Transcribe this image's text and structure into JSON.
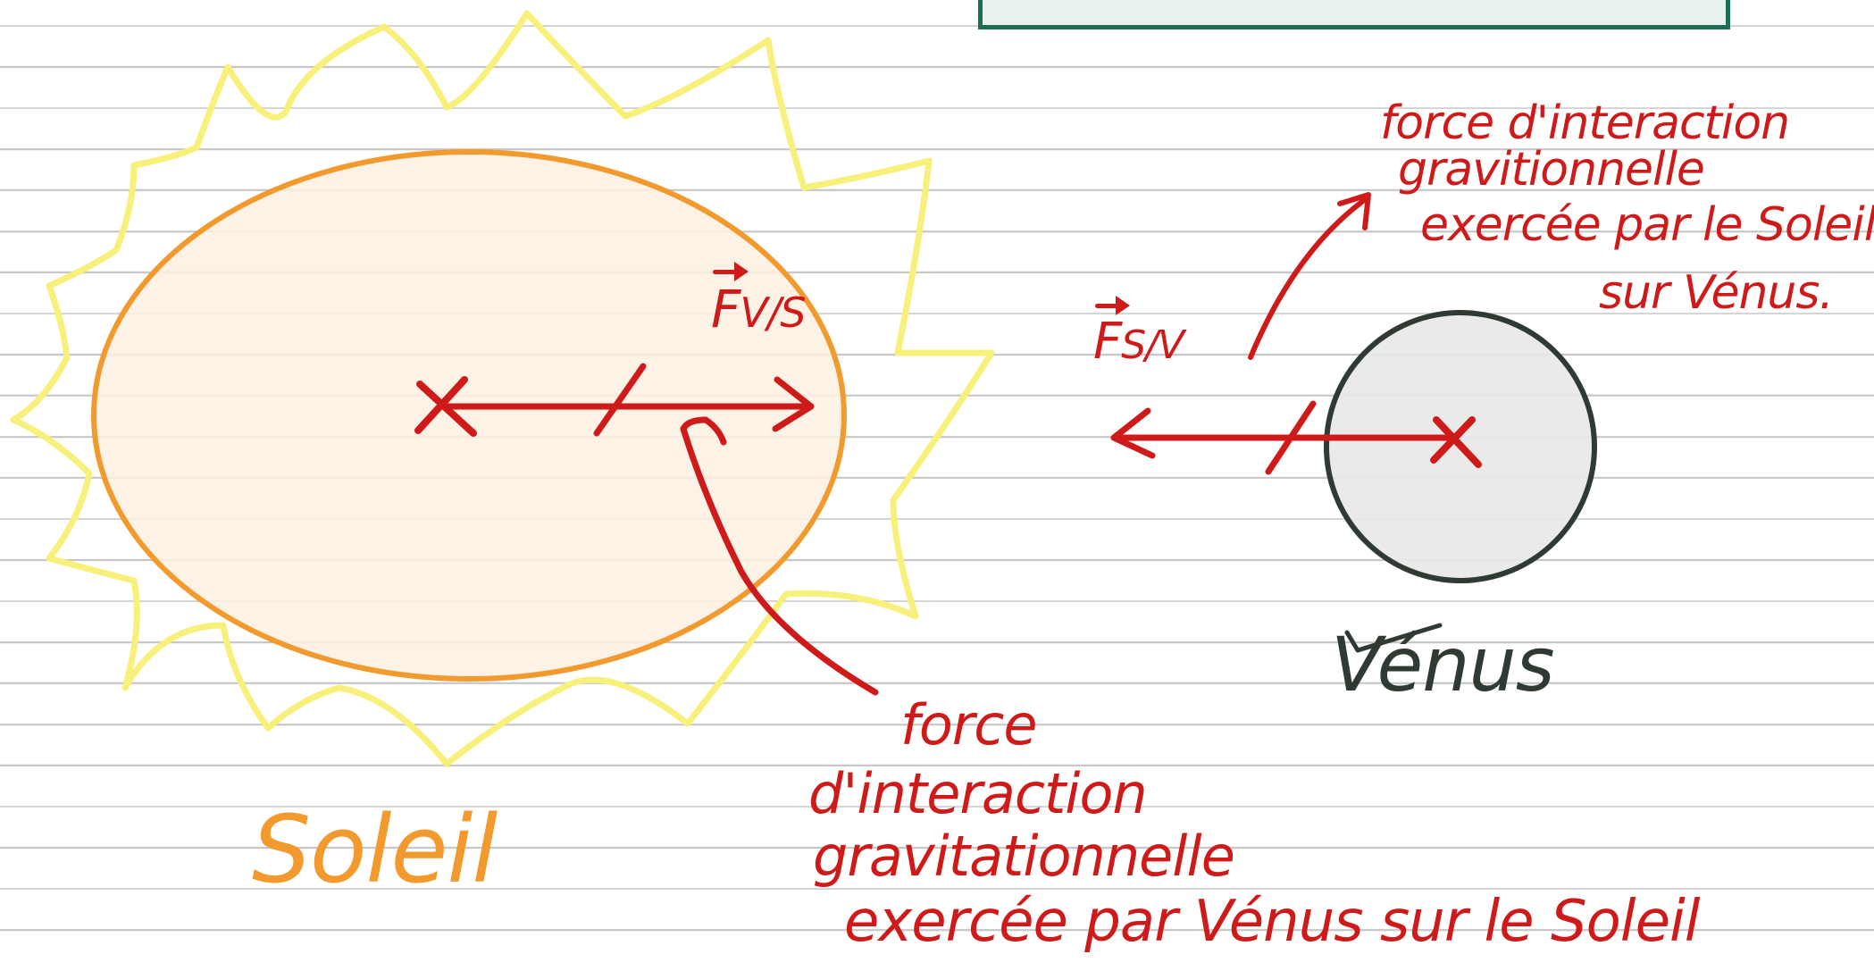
{
  "labels": {
    "sun_name": "Soleil",
    "venus_name": "Vénus",
    "vec_fvs_main": "F",
    "vec_fvs_sub": "V/S",
    "vec_fsv_main": "F",
    "vec_fsv_sub": "S/V",
    "note_top_right": [
      "force d'interaction",
      "gravitionnelle",
      "exercée par le Soleil",
      "sur Vénus."
    ],
    "note_bottom": [
      "force",
      "d'interaction",
      "gravitationnelle",
      "exercée par Vénus sur le Soleil"
    ]
  },
  "colors": {
    "ink_red": "#cf1a1a",
    "sun_fill": "#fdf0e2",
    "sun_outline": "#f29a2e",
    "sun_rays": "#f7f07a",
    "venus_fill": "#e8e8e8",
    "venus_outline": "#2f3a33",
    "frame_green": "#1e6e57",
    "rule_line": "#c6c6c6"
  }
}
